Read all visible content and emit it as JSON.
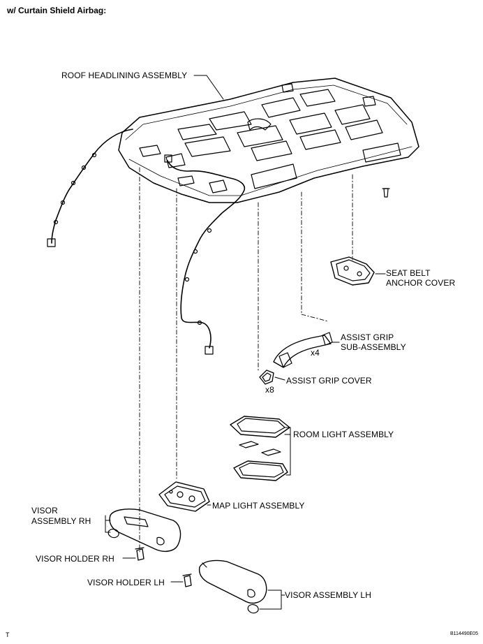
{
  "header": {
    "title": "w/ Curtain Shield Airbag:"
  },
  "labels": {
    "roof_headlining": "ROOF HEADLINING ASSEMBLY",
    "seat_belt_cover_1": "SEAT BELT",
    "seat_belt_cover_2": "ANCHOR COVER",
    "assist_grip_1": "ASSIST GRIP",
    "assist_grip_2": "SUB-ASSEMBLY",
    "assist_grip_qty": "x4",
    "assist_grip_cover": "ASSIST GRIP COVER",
    "assist_grip_cover_qty": "x8",
    "room_light": "ROOM LIGHT ASSEMBLY",
    "map_light": "MAP LIGHT ASSEMBLY",
    "visor_rh_1": "VISOR",
    "visor_rh_2": "ASSEMBLY RH",
    "visor_holder_rh": "VISOR HOLDER RH",
    "visor_holder_lh": "VISOR HOLDER LH",
    "visor_lh": "VISOR ASSEMBLY LH"
  },
  "footer": {
    "ref_code": "B114490E05",
    "corner_mark": "T"
  }
}
